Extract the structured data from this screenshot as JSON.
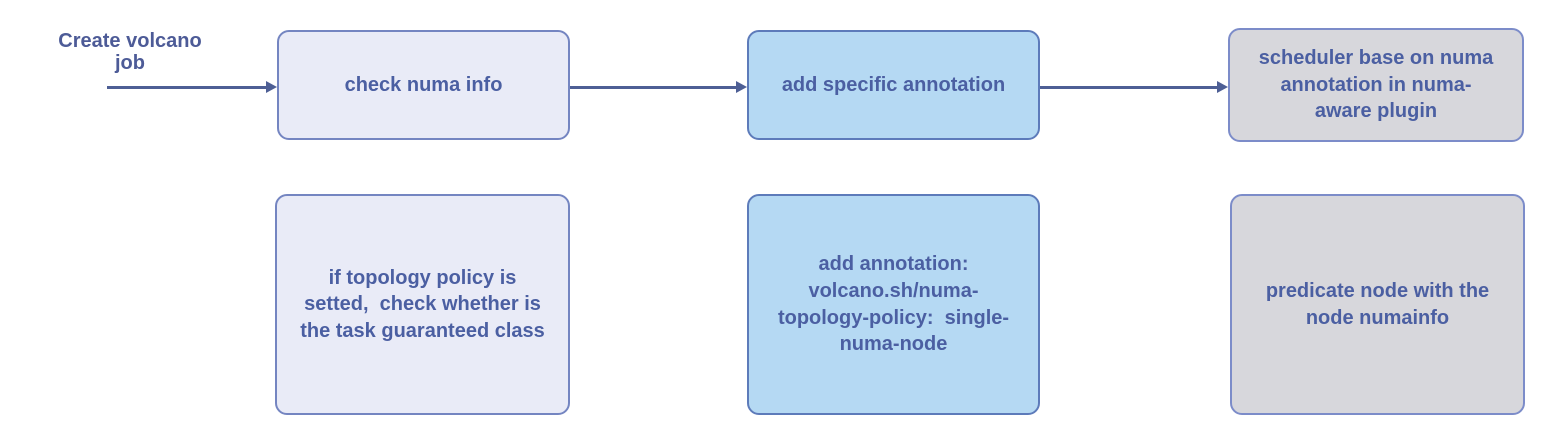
{
  "colors": {
    "background": "#ffffff",
    "label_text": "#4d5b97",
    "node_text": "#4b5fa2",
    "arrow": "#4e5f95",
    "lavender_fill": "#e9ebf7",
    "lavender_border": "#7485c1",
    "blue_fill": "#b5d9f3",
    "blue_border": "#5d7bba",
    "gray_fill": "#d7d7dc",
    "gray_border": "#7c8cc9"
  },
  "diagram": {
    "start_label": "Create volcano\njob",
    "nodes": {
      "check_numa": "check numa info",
      "add_specific_annotation": "add specific annotation",
      "scheduler_numa_aware": "scheduler base on numa\nannotation in numa-\naware plugin",
      "topology_policy_check": "if topology policy is\nsetted,  check whether is\nthe task guaranteed class",
      "annotation_detail": "add annotation:\nvolcano.sh/numa-\ntopology-policy:  single-\nnuma-node",
      "predicate_node": "predicate node with the\nnode numainfo"
    }
  }
}
